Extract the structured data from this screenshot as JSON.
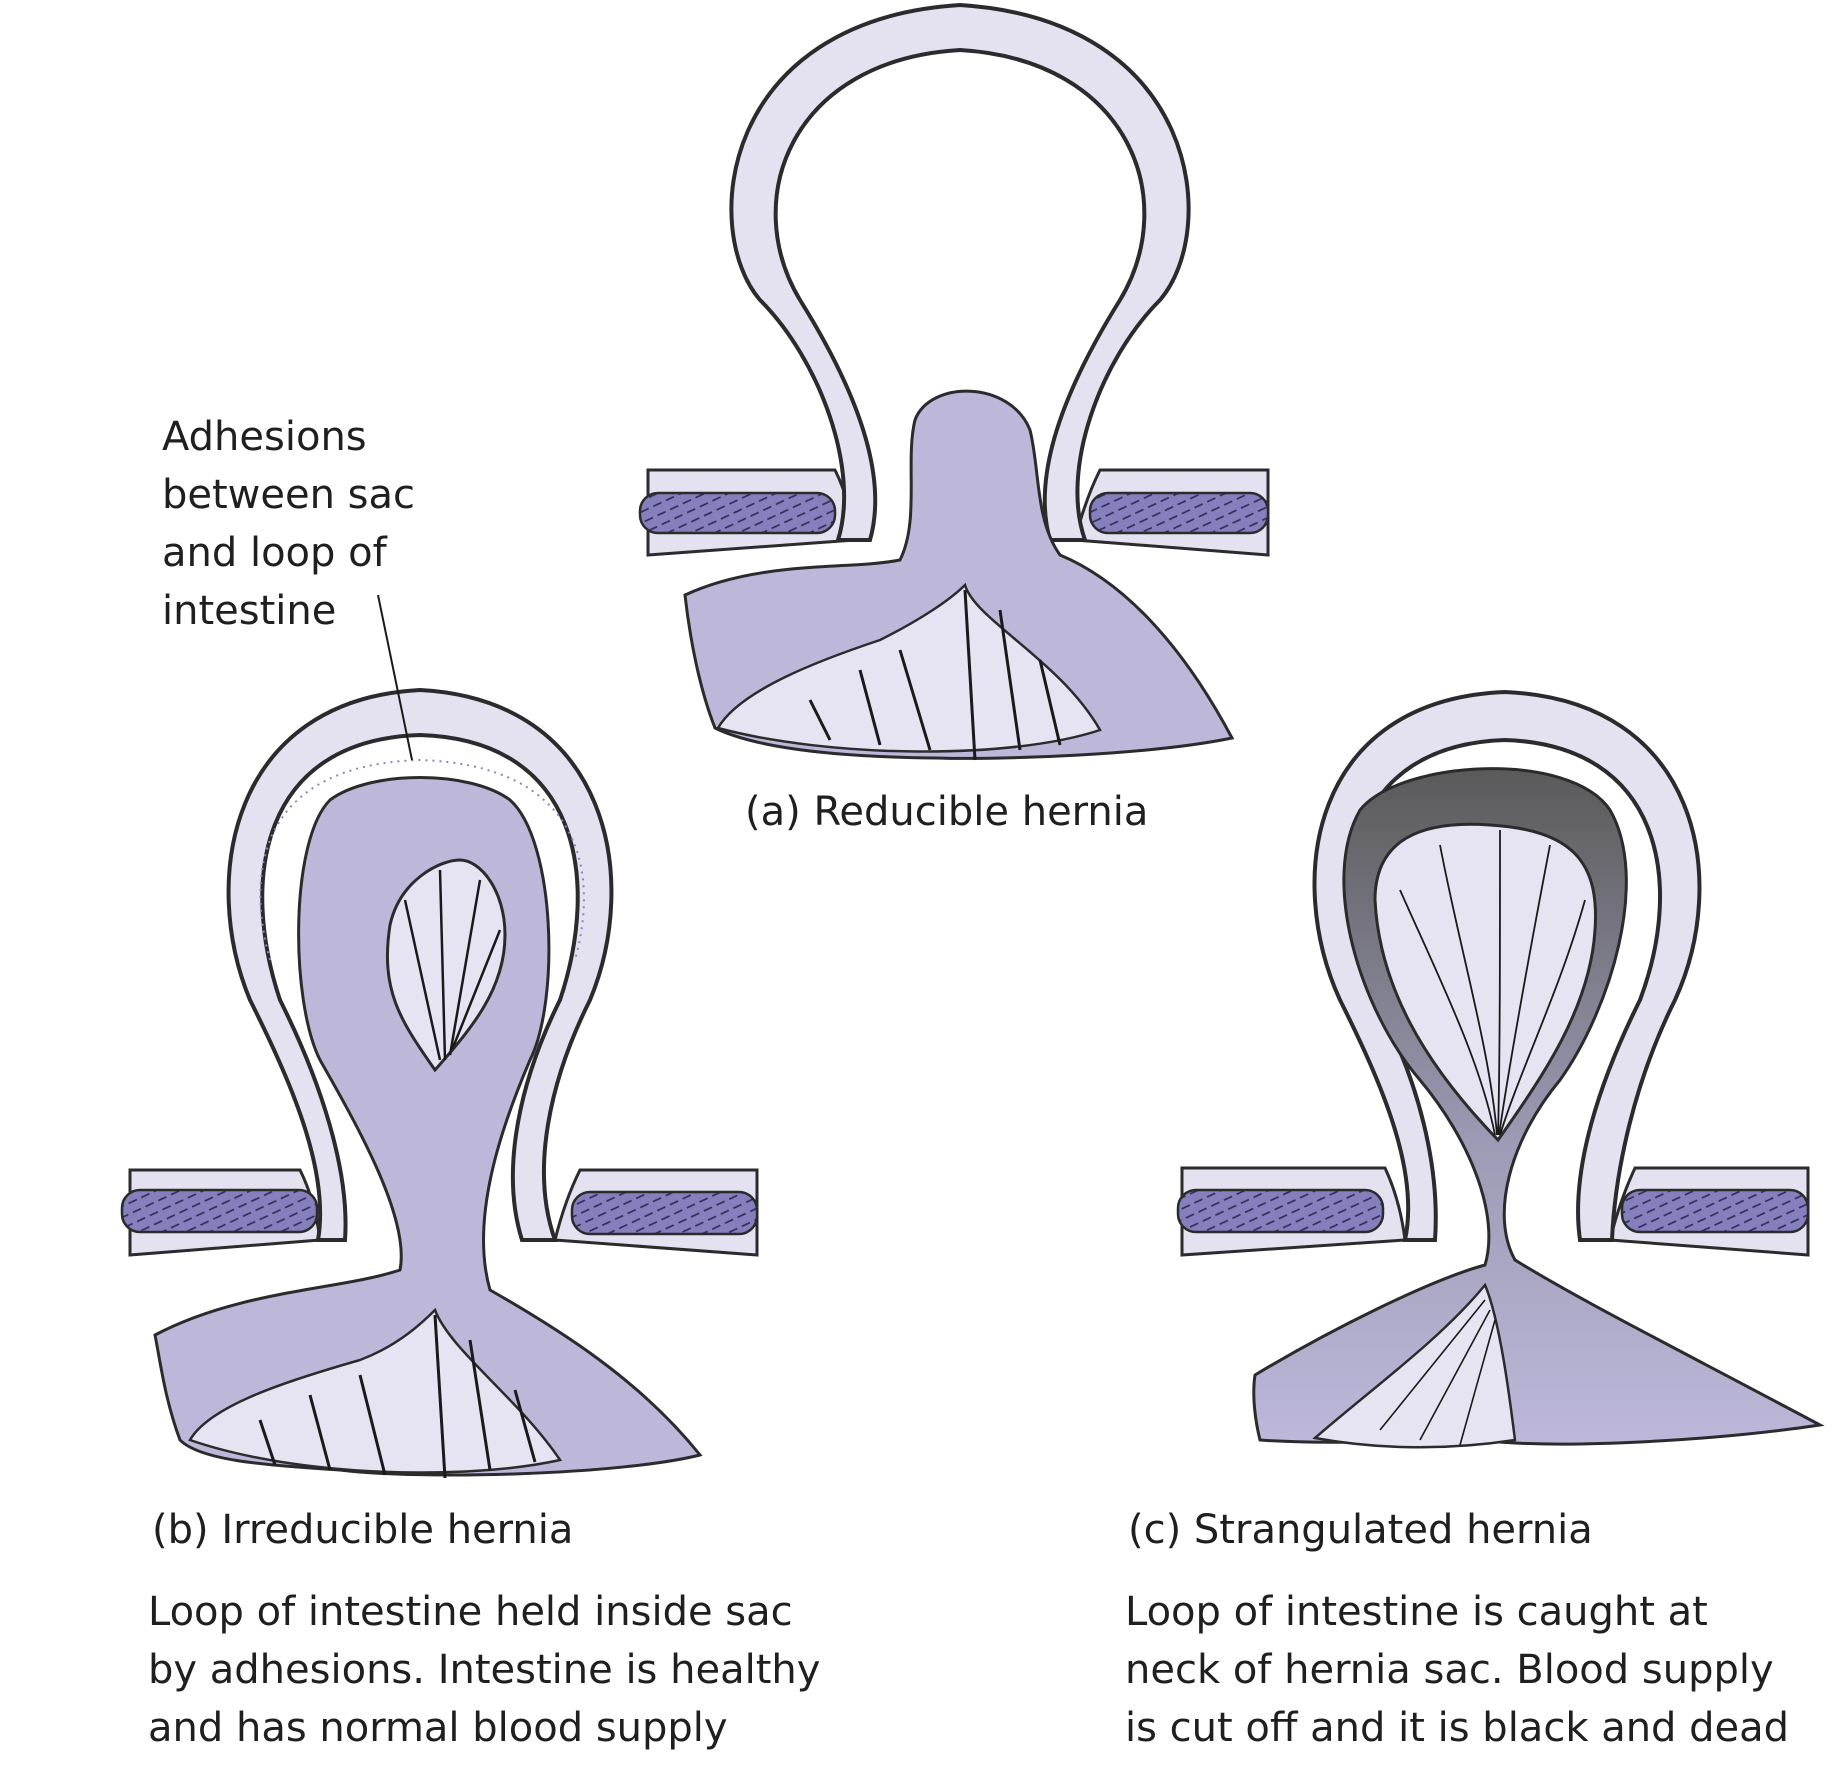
{
  "figure": {
    "panel_a": {
      "caption": "(a) Reducible hernia"
    },
    "panel_b": {
      "caption": "(b) Irreducible hernia",
      "description": "Loop of intestine held inside sac\nby adhesions. Intestine is healthy\nand has normal blood supply",
      "callout": "Adhesions\nbetween sac\nand loop of\nintestine"
    },
    "panel_c": {
      "caption": "(c) Strangulated hernia",
      "description": "Loop of intestine is caught at\nneck of hernia sac. Blood supply\nis cut off and it is black and dead"
    }
  },
  "colors": {
    "sac_wall": "#e4e2f1",
    "intestine": "#bdb8da",
    "intestine_light": "#e6e4f2",
    "muscle": "#857fbd",
    "outline": "#2b2b2b",
    "strangulated_dark": "#5a5a5a"
  }
}
